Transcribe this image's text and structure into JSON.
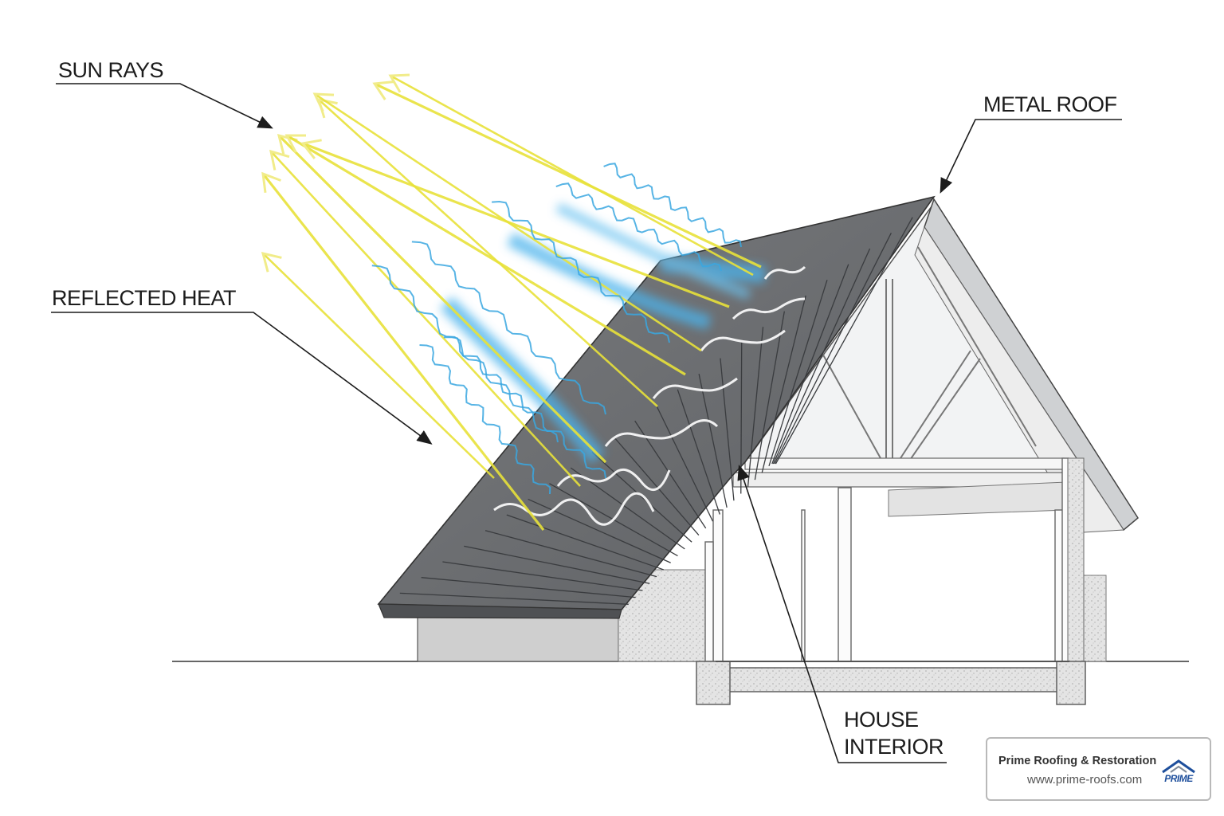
{
  "labels": {
    "sun_rays": "SUN RAYS",
    "metal_roof": "METAL ROOF",
    "reflected_heat": "REFLECTED HEAT",
    "house_interior_line1": "HOUSE",
    "house_interior_line2": "INTERIOR"
  },
  "brand": {
    "name": "Prime Roofing & Restoration",
    "url": "www.prime-roofs.com",
    "logo_text": "PRIME",
    "logo_icon": "house-roof-icon"
  },
  "colors": {
    "sun_ray": "#e8e23a",
    "heat_wave": "#3aa7e0",
    "roof_metal": "#6e7073",
    "logo_blue": "#1e4f9c"
  }
}
